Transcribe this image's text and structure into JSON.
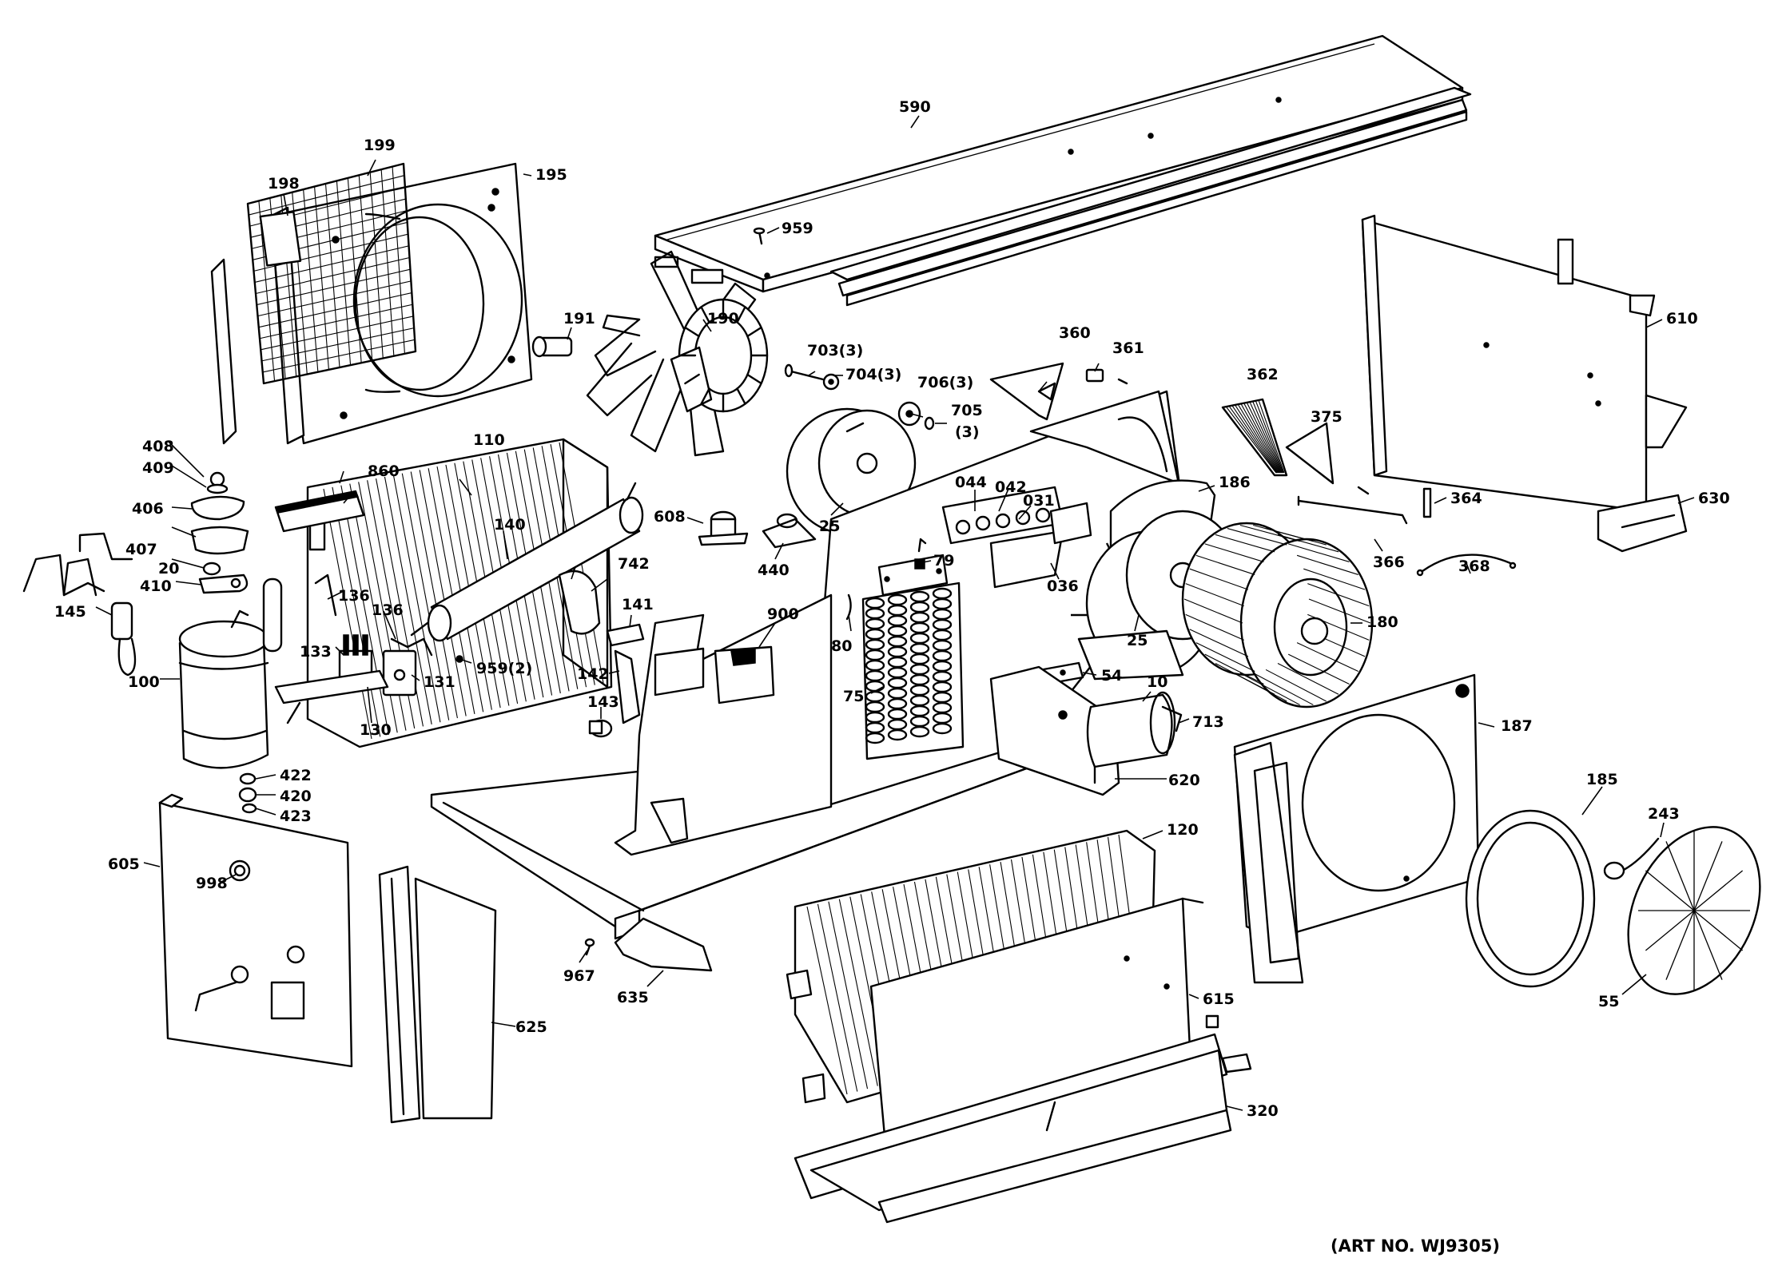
{
  "labels": {
    "l590": "590",
    "l959a": "959",
    "l199": "199",
    "l198": "198",
    "l195": "195",
    "l191": "191",
    "l190": "190",
    "l703": "703(3)",
    "l704": "704(3)",
    "l706": "706(3)",
    "l705": "705",
    "l705q": "(3)",
    "l360": "360",
    "l361": "361",
    "l362": "362",
    "l375": "375",
    "l610": "610",
    "l630": "630",
    "l364": "364",
    "l366": "366",
    "l368": "368",
    "l186": "186",
    "l180": "180",
    "l408": "408",
    "l409": "409",
    "l406": "406",
    "l407": "407",
    "l20": "20",
    "l410": "410",
    "l145": "145",
    "l100": "100",
    "l110": "110",
    "l860": "860",
    "l140": "140",
    "l136a": "136",
    "l136b": "136",
    "l133": "133",
    "l131": "131",
    "l130": "130",
    "l959b": "959(2)",
    "l742": "742",
    "l141": "141",
    "l142": "142",
    "l143": "143",
    "l608": "608",
    "l440": "440",
    "l25a": "25",
    "l044": "044",
    "l042": "042",
    "l031": "031",
    "l036": "036",
    "l25b": "25",
    "l79": "79",
    "l900": "900",
    "l80": "80",
    "l75": "75",
    "l54": "54",
    "l10": "10",
    "l713": "713",
    "l620": "620",
    "l422": "422",
    "l420": "420",
    "l423": "423",
    "l605": "605",
    "l998": "998",
    "l625": "625",
    "l967": "967",
    "l635": "635",
    "l120": "120",
    "l615": "615",
    "l320": "320",
    "l187": "187",
    "l185": "185",
    "l243": "243",
    "l55": "55"
  },
  "art_number": "(ART NO. WJ9305)"
}
